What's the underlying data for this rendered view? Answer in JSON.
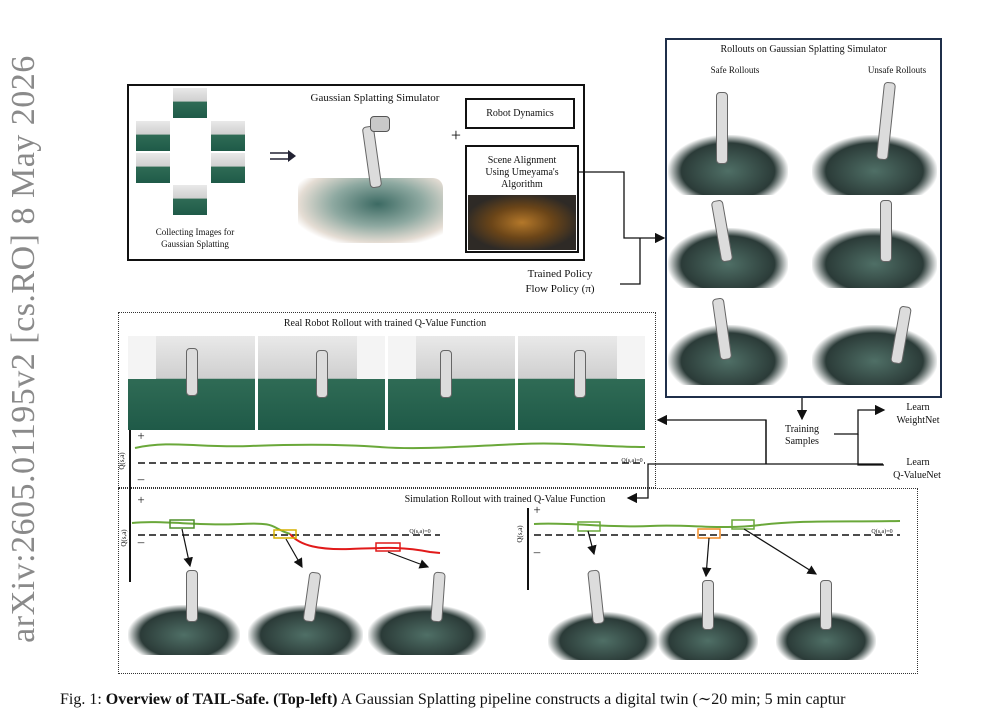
{
  "arxiv_id": "arXiv:2605.01195v2  [cs.RO]  8 May 2026",
  "top_left": {
    "title": "Gaussian Splatting Simulator",
    "collect_caption_1": "Collecting Images for",
    "collect_caption_2": "Gaussian Splatting",
    "plus": "+",
    "robot_dynamics": "Robot Dynamics",
    "scene_alignment_1": "Scene Alignment",
    "scene_alignment_2": "Using Umeyama's",
    "scene_alignment_3": "Algorithm",
    "policy_1": "Trained Policy",
    "policy_2": "Flow Policy (π)"
  },
  "top_right": {
    "title": "Rollouts on Gaussian Splatting Simulator",
    "safe": "Safe Rollouts",
    "unsafe": "Unsafe Rollouts"
  },
  "training": {
    "samples_1": "Training",
    "samples_2": "Samples",
    "weightnet_1": "Learn",
    "weightnet_2": "WeightNet",
    "qvalue_1": "Learn",
    "qvalue_2": "Q-ValueNet"
  },
  "real": {
    "title": "Real Robot Rollout with trained Q-Value Function",
    "plus": "+",
    "minus": "–",
    "qlabel": "Q(s,a)",
    "zero": "Q(s,a)=0"
  },
  "sim": {
    "title": "Simulation Rollout with trained Q-Value Function",
    "plus": "+",
    "minus": "–",
    "qlabel": "Q(s,a)",
    "zero": "Q(s,a)=0"
  },
  "caption": {
    "fig": "Fig. 1: ",
    "bold": "Overview of TAIL-Safe. (Top-left)",
    "rest": " A Gaussian Splatting pipeline constructs a digital twin (∼20 min; 5 min captur"
  },
  "colors": {
    "green": "#6aa83a",
    "red": "#e11a1a",
    "orange": "#f08a24",
    "yellow": "#e8d400",
    "navy": "#1f2f4a"
  }
}
